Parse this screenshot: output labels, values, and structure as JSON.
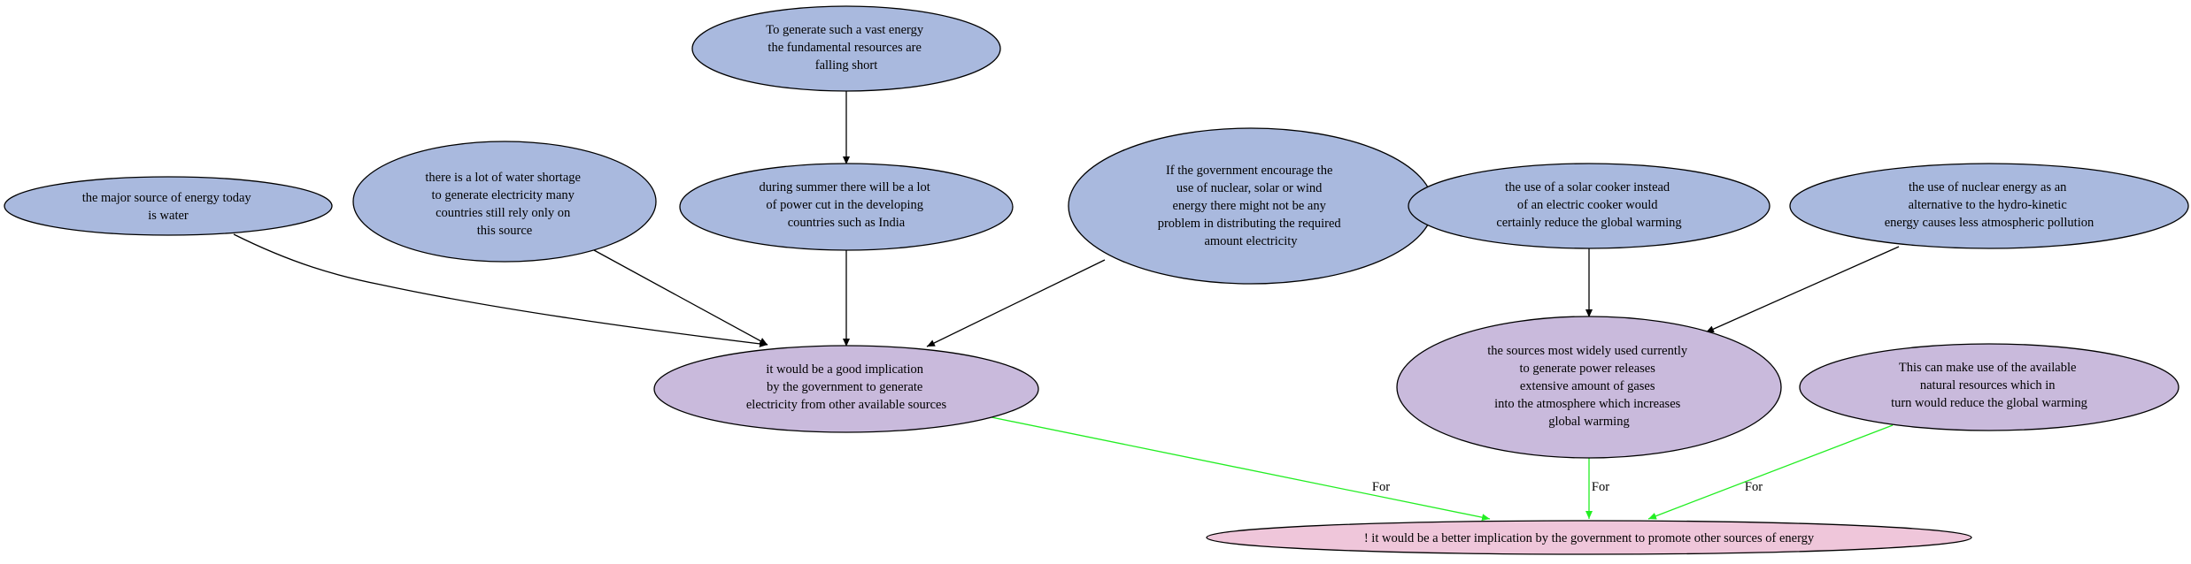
{
  "nodes": {
    "n_top": {
      "lines": [
        "To generate such a vast energy",
        "the fundamental resources are",
        "falling short"
      ]
    },
    "n_water": {
      "lines": [
        "the major source of energy today",
        "is water"
      ]
    },
    "n_shortage": {
      "lines": [
        "there is a lot of water shortage",
        "to generate electricity many",
        "countries still rely only on",
        "this source"
      ]
    },
    "n_summer": {
      "lines": [
        "during summer there will be a lot",
        "of power cut in the developing",
        "countries such as India"
      ]
    },
    "n_govt": {
      "lines": [
        "If the government encourage the",
        "use of nuclear, solar or wind",
        "energy there might not be any",
        "problem in distributing the required",
        "amount electricity"
      ]
    },
    "n_solar": {
      "lines": [
        "the use of a solar cooker instead",
        "of an electric cooker would",
        "certainly reduce the global warming"
      ]
    },
    "n_nuclear": {
      "lines": [
        "the use of nuclear energy as an",
        "alternative to the hydro-kinetic",
        "energy causes less atmospheric pollution"
      ]
    },
    "n_implication": {
      "lines": [
        "it would be a good implication",
        "by the government to generate",
        "electricity from other available sources"
      ]
    },
    "n_sources": {
      "lines": [
        "the sources most widely used currently",
        "to generate power releases",
        "extensive amount of gases",
        "into the atmosphere which increases",
        "global warming"
      ]
    },
    "n_natural": {
      "lines": [
        "This can make use of the available",
        "natural resources which in",
        "turn would reduce the global warming"
      ]
    },
    "n_conclusion": {
      "lines": [
        "! it would be a better implication by the government to promote other sources of energy"
      ]
    }
  },
  "edges": {
    "e1": {
      "label": "For"
    },
    "e2": {
      "label": "For"
    },
    "e3": {
      "label": "For"
    }
  },
  "colors": {
    "premise_fill": "#a9b9de",
    "claim_fill": "#c9badc",
    "conclusion_fill": "#efc6da",
    "support_edge": "#22ee22",
    "plain_edge": "#000000"
  }
}
